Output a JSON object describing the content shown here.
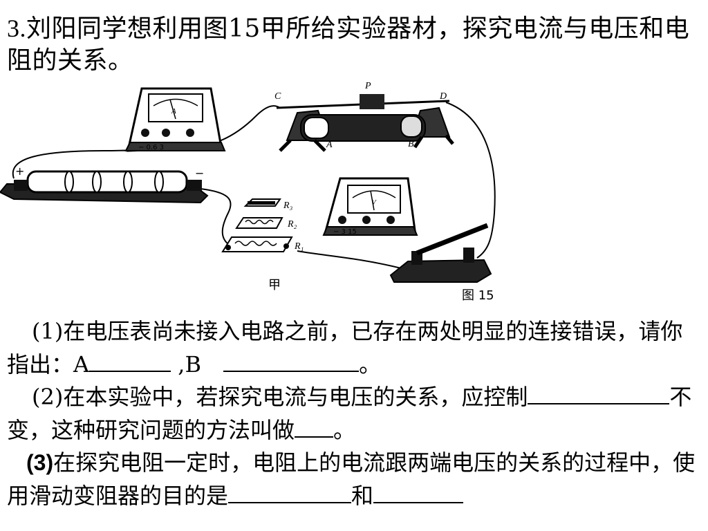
{
  "question": {
    "number": "3.",
    "title": "刘阳同学想利用图15甲所给实验器材，探究电流与电压和电阻的关系。"
  },
  "figure": {
    "caption_jia": "甲",
    "caption_fig": "图 15",
    "labels": {
      "C": "C",
      "P": "P",
      "D": "D",
      "A": "A",
      "B": "B",
      "R1": "R₁",
      "R2": "R₂",
      "R3": "R₃",
      "plus": "+",
      "minus": "−",
      "ammeter_terminals": "− 0.6 3",
      "voltmeter_terminals": "− 3 15",
      "ammeter_symbol": "A",
      "voltmeter_symbol": "V"
    }
  },
  "parts": {
    "p1": {
      "text_a": "(1)在电压表尚未接入电路之前，已存在两处明显的连接错误，请你指出：A",
      "text_b": " ,B ",
      "text_c": "。"
    },
    "p2": {
      "text_a": "(2)在本实验中，若探究电流与电压的关系，应控制",
      "text_b": "不变，这种研究问题的方法叫做",
      "text_c": "。"
    },
    "p3": {
      "label": "(3)",
      "text_a": "在探究电阻一定时，电阻上的电流跟两端电压的关系的过程中，使用滑动变阻器的目的是",
      "text_b": "和"
    }
  }
}
